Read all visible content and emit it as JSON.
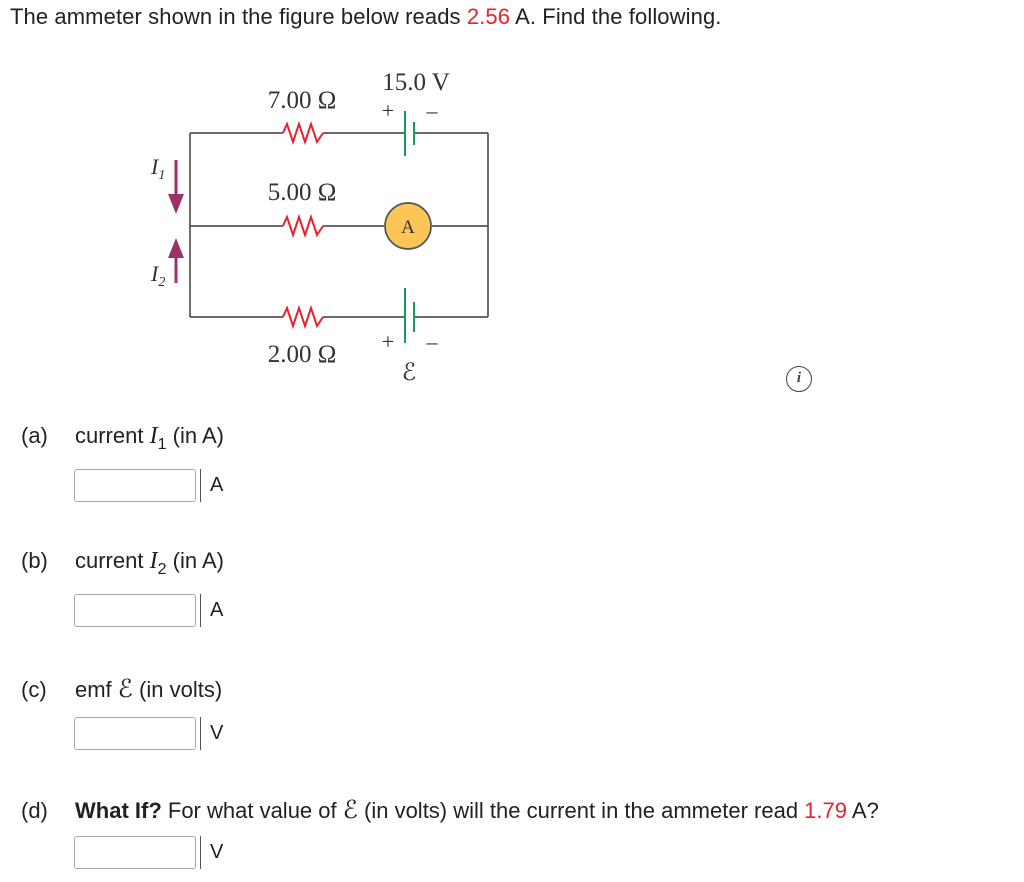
{
  "prompt": {
    "before": "The ammeter shown in the figure below reads ",
    "reading": "2.56",
    "after": " A. Find the following."
  },
  "circuit": {
    "r_top": "7.00 Ω",
    "r_mid": "5.00 Ω",
    "r_bottom": "2.00 Ω",
    "battery_voltage": "15.0 V",
    "ammeter": "A",
    "emf_symbol": "ℰ",
    "plus": "+",
    "minus": "–",
    "i1": "I",
    "i1_sub": "1",
    "i2": "I",
    "i2_sub": "2",
    "colors": {
      "wire": "#555555",
      "resistor": "#e8222b",
      "battery": "#169a60",
      "arrow": "#a0306a",
      "ammeter_fill": "#fcc558"
    }
  },
  "questions": {
    "a": {
      "tag": "(a)",
      "pre": "current ",
      "var": "I",
      "sub": "1",
      "post": " (in A)",
      "unit": "A",
      "value": ""
    },
    "b": {
      "tag": "(b)",
      "pre": "current ",
      "var": "I",
      "sub": "2",
      "post": " (in A)",
      "unit": "A",
      "value": ""
    },
    "c": {
      "tag": "(c)",
      "pre": "emf ",
      "sym": "ℰ",
      "post": " (in volts)",
      "unit": "V",
      "value": ""
    },
    "d": {
      "tag": "(d)",
      "bold": "What If?",
      "pre": " For what value of ",
      "sym": "ℰ",
      "mid": " (in volts) will the current in the ammeter read ",
      "reading": "1.79",
      "post": " A?",
      "unit": "V",
      "value": ""
    }
  },
  "info_icon": "i"
}
